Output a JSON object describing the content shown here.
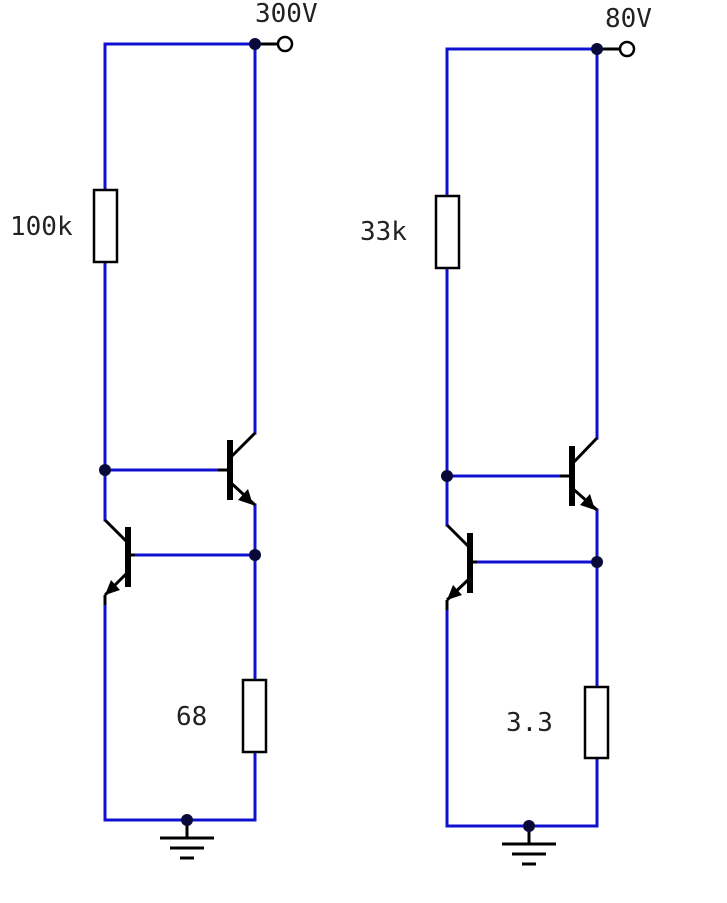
{
  "colors": {
    "wire": "#1010d0",
    "component": "#000000",
    "node": "#0a0a3a",
    "text": "#222222"
  },
  "circuits": [
    {
      "supply_label": "300V",
      "top_resistor_label": "100k",
      "bottom_resistor_label": "68"
    },
    {
      "supply_label": "80V",
      "top_resistor_label": "33k",
      "bottom_resistor_label": "3.3"
    }
  ]
}
